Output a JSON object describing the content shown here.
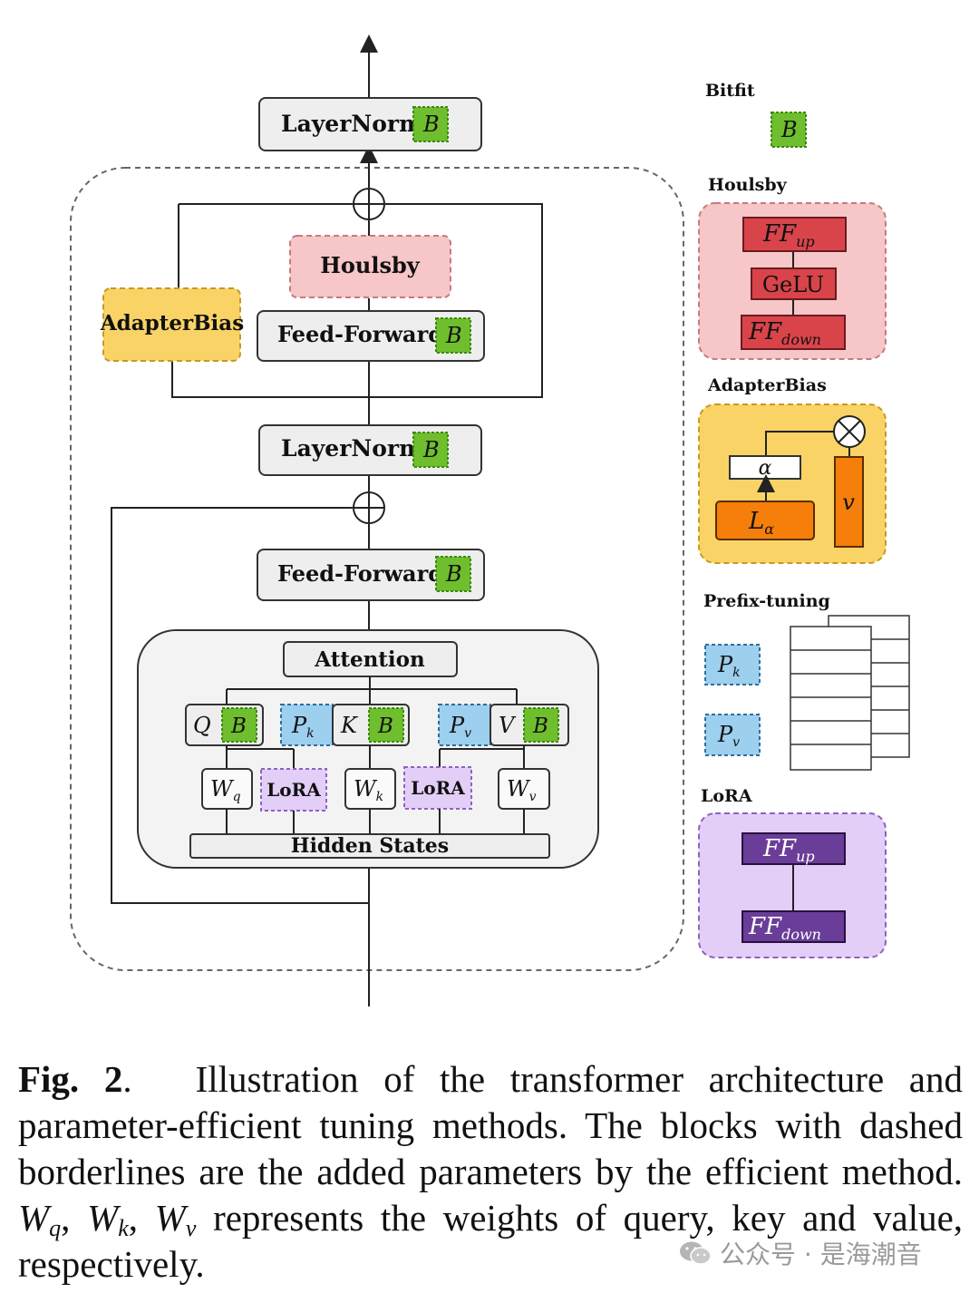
{
  "main": {
    "top_layernorm": "LayerNorm",
    "houlsby": "Houlsby",
    "adapterbias": "AdapterBias",
    "feedforward_upper": "Feed-Forward",
    "mid_layernorm": "LayerNorm",
    "feedforward_lower": "Feed-Forward",
    "attention": "Attention",
    "hidden_states": "Hidden States",
    "bias_tag": "B",
    "q": "Q",
    "k": "K",
    "v": "V",
    "pk": {
      "base": "P",
      "sub": "k"
    },
    "pv": {
      "base": "P",
      "sub": "v"
    },
    "wq": {
      "base": "W",
      "sub": "q"
    },
    "wk": {
      "base": "W",
      "sub": "k"
    },
    "wv": {
      "base": "W",
      "sub": "v"
    },
    "lora_left": "LoRA",
    "lora_right": "LoRA"
  },
  "legend": {
    "bitfit": {
      "title": "Bitfit",
      "tag": "B"
    },
    "houlsby": {
      "title": "Houlsby",
      "ff_up": {
        "base": "FF",
        "sub": "up"
      },
      "gelu": "GeLU",
      "ff_down": {
        "base": "FF",
        "sub": "down"
      }
    },
    "adapterbias": {
      "title": "AdapterBias",
      "alpha": "α",
      "l_alpha": {
        "base": "L",
        "sub": "α"
      },
      "v": "v"
    },
    "prefix": {
      "title": "Prefix-tuning",
      "pk": {
        "base": "P",
        "sub": "k"
      },
      "pv": {
        "base": "P",
        "sub": "v"
      }
    },
    "lora": {
      "title": "LoRA",
      "ff_up": {
        "base": "FF",
        "sub": "up"
      },
      "ff_down": {
        "base": "FF",
        "sub": "down"
      }
    }
  },
  "caption": {
    "fig_label": "Fig. 2",
    "fig_period": ".",
    "text1": "Illustration of the transformer architecture and parameter-efficient tuning methods. The blocks with dashed borderlines are the added parameters by the efficient method.",
    "w": "W",
    "sub_q": "q",
    "sub_k": "k",
    "sub_v": "v",
    "comma": ",",
    "text2": " represents the weights of query, key and value, respectively."
  },
  "watermark": "公众号 · 是海潮音",
  "colors": {
    "bias_green": "#6fbe2e",
    "houlsby_pink": "#f6c6c8",
    "houlsby_red": "#d9444b",
    "adapter_yellow": "#f9d366",
    "adapter_orange": "#f57f0a",
    "prefix_blue": "#9dcfee",
    "lora_purple": "#e3cef8",
    "lora_dark": "#6a3d99",
    "box_grey": "#eeeeee"
  }
}
